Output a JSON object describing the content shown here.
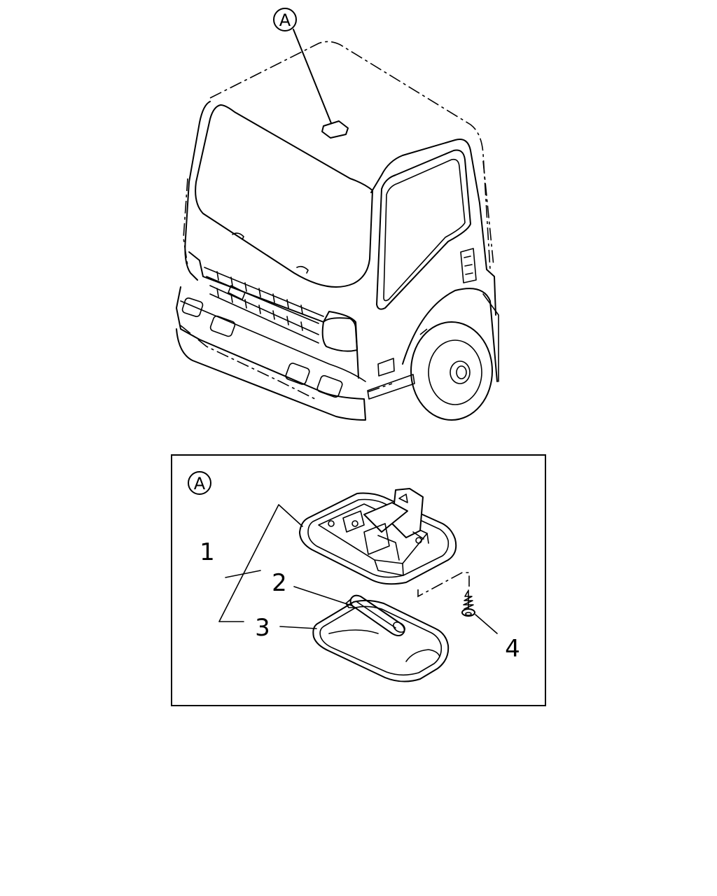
{
  "callouts": {
    "detail_ref_top": "A",
    "detail_ref_box": "A"
  },
  "parts": [
    {
      "label": "1"
    },
    {
      "label": "2"
    },
    {
      "label": "3"
    },
    {
      "label": "4"
    }
  ],
  "colors": {
    "line": "#000000",
    "background": "#ffffff"
  }
}
